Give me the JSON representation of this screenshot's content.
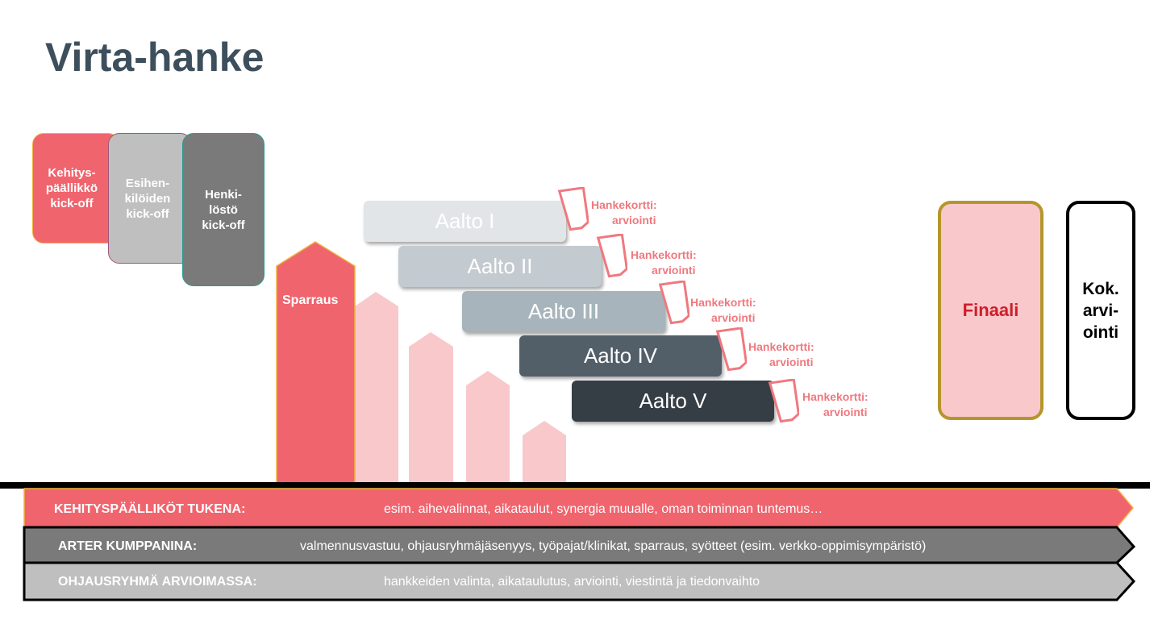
{
  "title": "Virta-hanke",
  "kickoffs": [
    {
      "label": "Kehitys-\npäällikkö\nkick-off",
      "color": "#f0646e"
    },
    {
      "label": "Esihen-\nkilöiden\nkick-off",
      "color": "#bfbfbf"
    },
    {
      "label": "Henki-\nlöstö\nkick-off",
      "color": "#7a7a7a"
    }
  ],
  "sparraus": "Sparraus",
  "waves": [
    "Aalto I",
    "Aalto II",
    "Aalto III",
    "Aalto IV",
    "Aalto V"
  ],
  "card": {
    "line1": "Hankekortti:",
    "line2": "arviointi"
  },
  "finaali": "Finaali",
  "kok": "Kok.\narvi-\nointi",
  "bands": [
    {
      "label": "KEHITYSPÄÄLLIKÖT TUKENA:",
      "desc": "esim. aihevalinnat, aikataulut, synergia muualle, oman toiminnan tuntemus…",
      "color": "#f0646e"
    },
    {
      "label": "ARTER KUMPPANINA:",
      "desc": "valmennusvastuu, ohjausryhmäjäsenyys, työpajat/klinikat, sparraus, syötteet (esim. verkko-oppimisympäristö)",
      "color": "#7a7a7a"
    },
    {
      "label": "OHJAUSRYHMÄ ARVIOIMASSA:",
      "desc": "hankkeiden valinta, aikataulutus, arviointi, viestintä ja tiedonvaihto",
      "color": "#bfbfbf"
    }
  ],
  "colors": {
    "accent": "#f0646e",
    "pale_pink": "#f9c8cb",
    "title": "#3d4f5c",
    "card_text": "#f0787e"
  }
}
